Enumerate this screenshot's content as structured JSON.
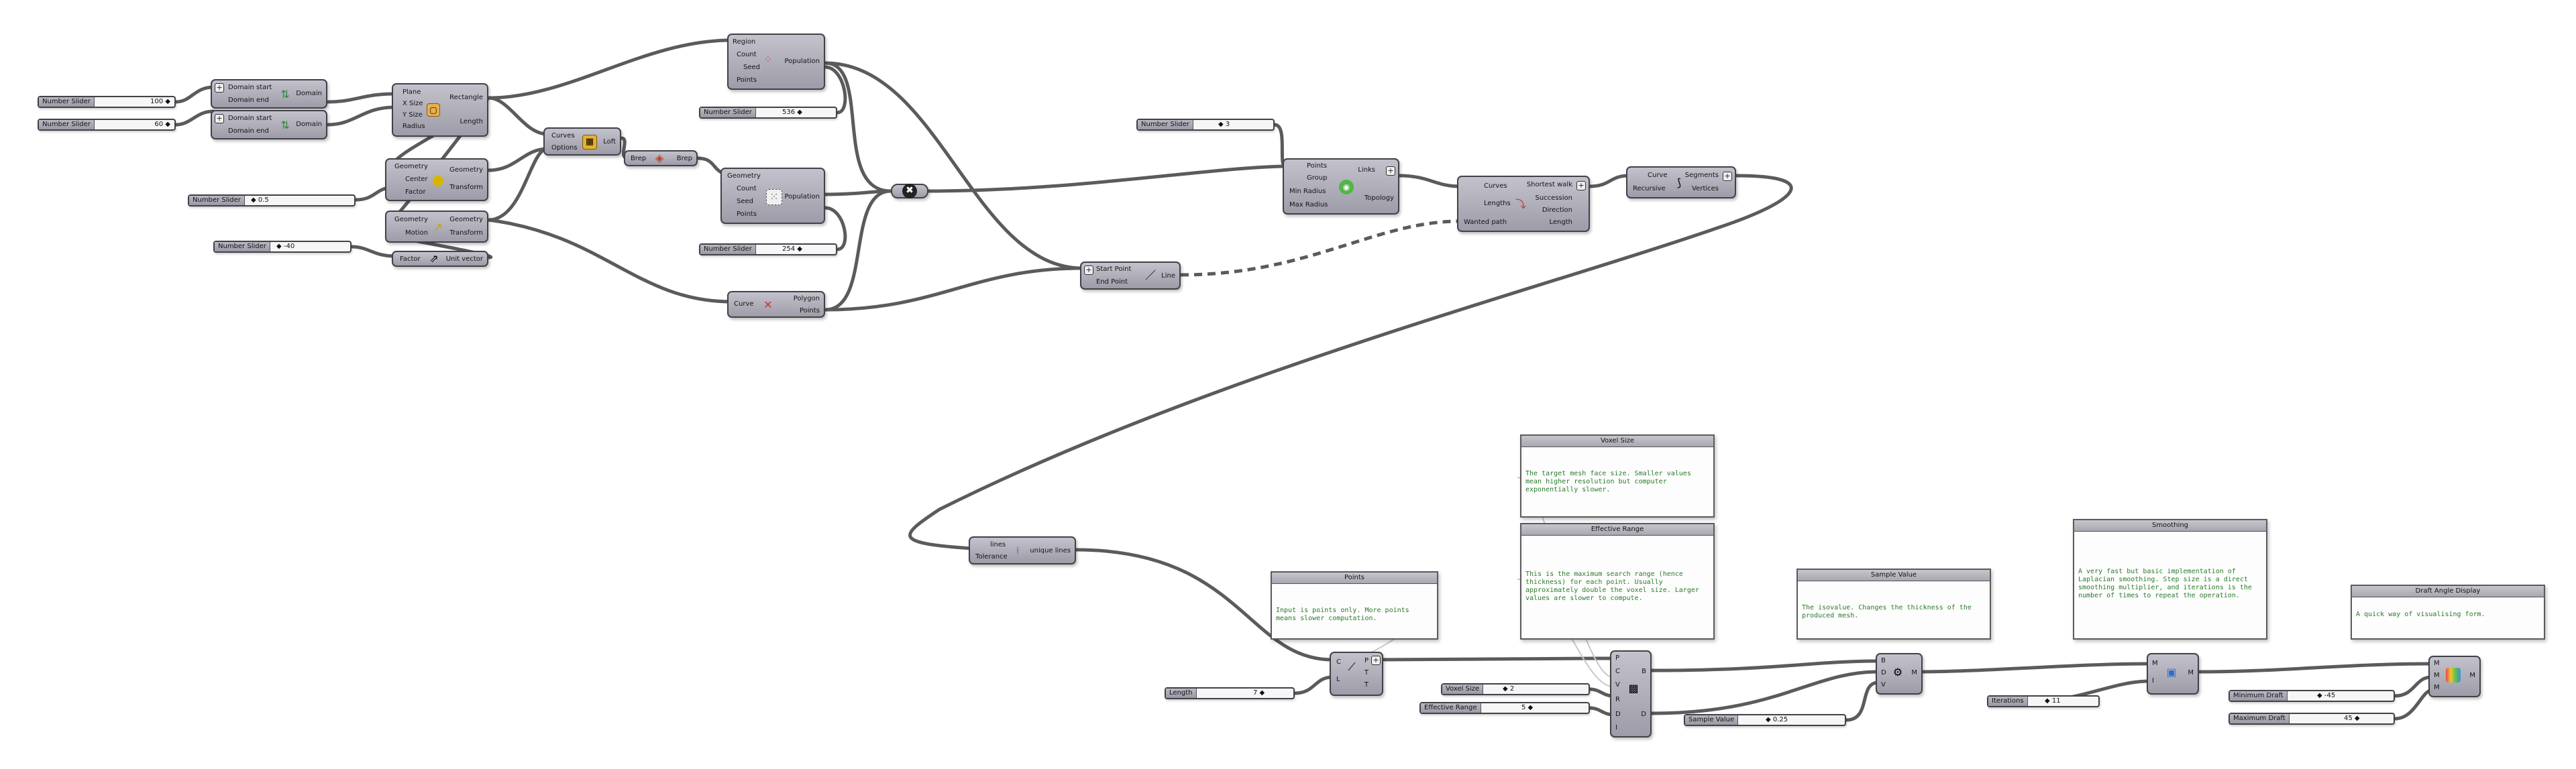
{
  "sliders": [
    {
      "label": "Number Slider",
      "value": "100 ◆"
    },
    {
      "label": "Number Slider",
      "value": "60 ◆"
    },
    {
      "label": "Number Slider",
      "value": "◆ 0.5"
    },
    {
      "label": "Number Slider",
      "value": "◆ -40"
    },
    {
      "label": "Number Slider",
      "value": "536 ◆"
    },
    {
      "label": "Number Slider",
      "value": "254 ◆"
    },
    {
      "label": "Number Slider",
      "value": "◆ 3"
    },
    {
      "label": "Length",
      "value": "7 ◆"
    },
    {
      "label": "Voxel Size",
      "value": "◆ 2"
    },
    {
      "label": "Effective Range",
      "value": "5 ◆"
    },
    {
      "label": "Sample Value",
      "value": "◆ 0.25"
    },
    {
      "label": "Iterations",
      "value": "◆ 11"
    },
    {
      "label": "Minimum Draft",
      "value": "◆ -45"
    },
    {
      "label": "Maximum Draft",
      "value": "45 ◆"
    }
  ],
  "components": {
    "domain1": {
      "inputs": [
        "Domain start",
        "Domain end"
      ],
      "outputs": [
        "Domain"
      ],
      "icon": "domain-icon"
    },
    "domain2": {
      "inputs": [
        "Domain start",
        "Domain end"
      ],
      "outputs": [
        "Domain"
      ],
      "icon": "domain-icon"
    },
    "rectangle": {
      "inputs": [
        "Plane",
        "X Size",
        "Y Size",
        "Radius"
      ],
      "outputs": [
        "Rectangle",
        "Length"
      ],
      "icon": "rectangle-icon"
    },
    "scale": {
      "inputs": [
        "Geometry",
        "Center",
        "Factor"
      ],
      "outputs": [
        "Geometry",
        "Transform"
      ],
      "icon": "scale-icon"
    },
    "move": {
      "inputs": [
        "Geometry",
        "Motion"
      ],
      "outputs": [
        "Geometry",
        "Transform"
      ],
      "icon": "move-icon"
    },
    "unitz": {
      "inputs": [
        "Factor"
      ],
      "outputs": [
        "Unit vector"
      ],
      "icon": "unit-vector-icon"
    },
    "loft": {
      "inputs": [
        "Curves",
        "Options"
      ],
      "outputs": [
        "Loft"
      ],
      "icon": "loft-icon"
    },
    "brep": {
      "inputs": [
        "Brep"
      ],
      "outputs": [
        "Brep"
      ],
      "icon": "brep-icon"
    },
    "pop2d": {
      "inputs": [
        "Region",
        "Count",
        "Seed",
        "Points"
      ],
      "outputs": [
        "Population"
      ],
      "icon": "populate-2d-icon"
    },
    "pop3d": {
      "inputs": [
        "Geometry",
        "Count",
        "Seed",
        "Points"
      ],
      "outputs": [
        "Population"
      ],
      "icon": "populate-3d-icon"
    },
    "polygon": {
      "inputs": [
        "Curve"
      ],
      "outputs": [
        "Polygon",
        "Points"
      ],
      "icon": "polygon-icon"
    },
    "merge": {
      "icon": "merge-icon"
    },
    "line": {
      "inputs": [
        "Start Point",
        "End Point"
      ],
      "outputs": [
        "Line"
      ],
      "icon": "line-icon"
    },
    "proximity": {
      "inputs": [
        "Points",
        "Group",
        "Min Radius",
        "Max Radius"
      ],
      "outputs": [
        "Links",
        "Topology"
      ],
      "icon": "proximity-icon"
    },
    "shortestwalk": {
      "inputs": [
        "Curves",
        "Lengths",
        "Wanted path"
      ],
      "outputs": [
        "Shortest walk",
        "Succession",
        "Direction",
        "Length"
      ],
      "icon": "shortest-walk-icon"
    },
    "explode": {
      "inputs": [
        "Curve",
        "Recursive"
      ],
      "outputs": [
        "Segments",
        "Vertices"
      ],
      "icon": "explode-icon"
    },
    "uniquelines": {
      "inputs": [
        "lines",
        "Tolerance"
      ],
      "outputs": [
        "unique lines"
      ],
      "icon": "unique-lines-icon"
    },
    "divide": {
      "inputs": [
        "C",
        "L"
      ],
      "outputs": [
        "P",
        "T"
      ],
      "icon": "divide-icon"
    },
    "voxel": {
      "inputs": [
        "P",
        "C",
        "V",
        "R",
        "D",
        "I"
      ],
      "outputs": [
        "B",
        "D"
      ],
      "icon": "voxel-icon"
    },
    "meshcomp": {
      "inputs": [
        "B",
        "D",
        "V"
      ],
      "outputs": [
        "M"
      ],
      "icon": "mesh-surface-icon"
    },
    "smooth": {
      "inputs": [
        "M",
        "I"
      ],
      "outputs": [
        "M"
      ],
      "icon": "smooth-icon"
    },
    "draft": {
      "inputs": [
        "M",
        "M",
        "M"
      ],
      "outputs": [
        "M"
      ],
      "icon": "draft-angle-icon"
    }
  },
  "panels": [
    {
      "title": "Voxel Size",
      "text": "The target mesh face size. Smaller values mean higher resolution but computer exponentially slower."
    },
    {
      "title": "Effective Range",
      "text": "This is the maximum search range (hence thickness) for each point. Usually approximately double the voxel size. Larger values are slower to compute."
    },
    {
      "title": "Points",
      "text": "Input is points only. More points means slower computation."
    },
    {
      "title": "Sample Value",
      "text": "The isovalue. Changes the thickness of the produced mesh."
    },
    {
      "title": "Smoothing",
      "text": "A very fast but basic implementation of Laplacian smoothing. Step size is a direct smoothing multiplier, and iterations is the number of times to repeat the operation."
    },
    {
      "title": "Draft Angle Display",
      "text": "A quick way of visualising form."
    }
  ],
  "colors": {
    "canvas": "#ffffff",
    "component": "#a9a8b4",
    "wire": "#5b5b5b",
    "panel_text": "#2a7a2a"
  }
}
